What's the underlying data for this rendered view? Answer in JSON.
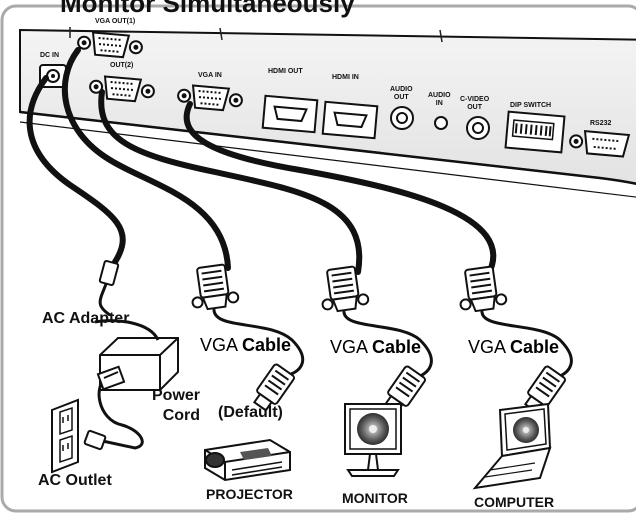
{
  "title": "Monitor Simultaneously",
  "ports": {
    "dc_in": "DC IN",
    "vga_out_1": "VGA OUT(1)",
    "vga_out_2": "OUT(2)",
    "vga_in": "VGA IN",
    "hdmi_out": "HDMI OUT",
    "hdmi_in": "HDMI IN",
    "audio_out": "AUDIO\nOUT",
    "audio_in": "AUDIO\nIN",
    "c_video_out": "C-VIDEO\nOUT",
    "dip_switch": "DIP SWITCH",
    "rs232": "RS232"
  },
  "labels": {
    "ac_adapter": "AC Adapter",
    "power_cord": "Power\nCord",
    "ac_outlet": "AC Outlet",
    "vga_cable_prefix": "VGA",
    "vga_cable_suffix": "Cable",
    "default": "(Default)",
    "projector": "PROJECTOR",
    "monitor": "MONITOR",
    "computer": "COMPUTER"
  }
}
